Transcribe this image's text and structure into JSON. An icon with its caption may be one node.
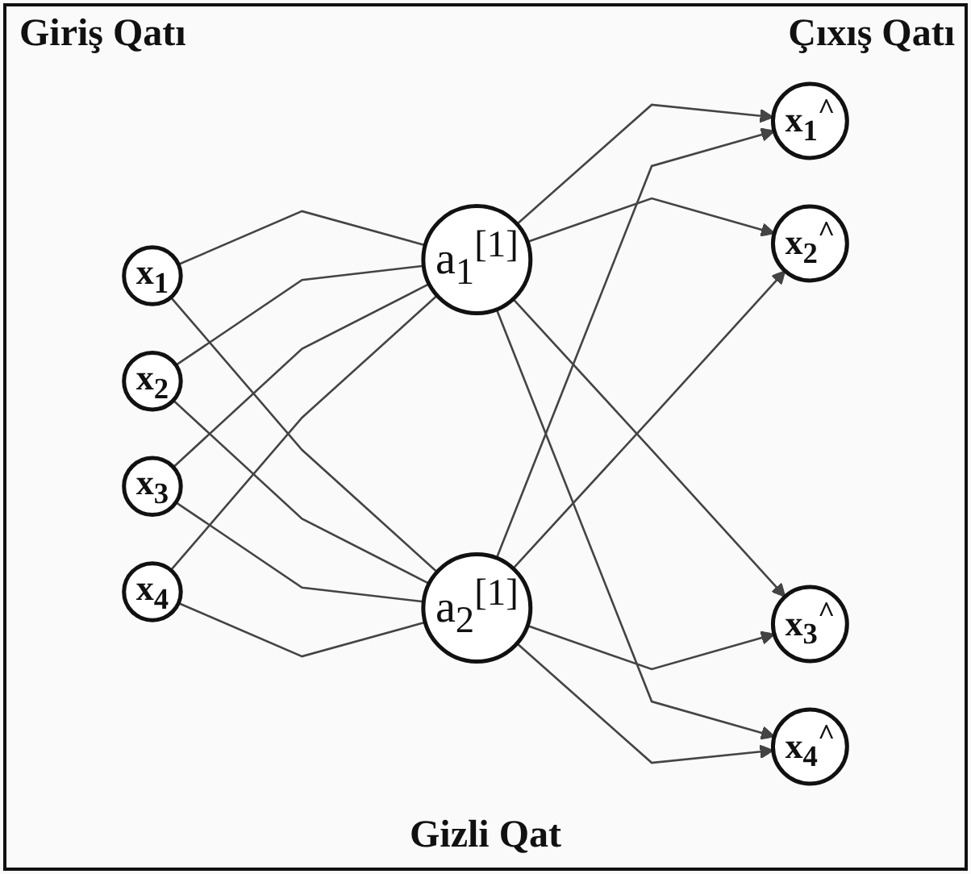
{
  "diagram": {
    "nodes": [
      {
        "text": [
          "x$_{1}$"
        ]
      },
      {
        "text": [
          "x$_{2}$"
        ]
      },
      {
        "text": [
          "x$_{3}$"
        ]
      },
      {
        "text": [
          "x$_{4}$"
        ]
      },
      {
        "text": [
          "a$_{1}$$^{[1]}$"
        ]
      },
      {
        "text": [
          "a$_{2}$$^{[1]}$"
        ]
      },
      {
        "text": [
          "x$_{1}$$^{^}$"
        ]
      },
      {
        "text": [
          "x$_{2}$$^{^}$"
        ]
      },
      {
        "text": [
          "x$_{3}$$^{^}$"
        ]
      },
      {
        "text": [
          "x$_{4}$$^{^}$"
        ]
      }
    ],
    "edges": [
      {
        "from": 0,
        "to": 4,
        "arrow": "none"
      },
      {
        "from": 0,
        "to": 5,
        "arrow": "none"
      },
      {
        "from": 1,
        "to": 4,
        "arrow": "none"
      },
      {
        "from": 1,
        "to": 5,
        "arrow": "none"
      },
      {
        "from": 2,
        "to": 4,
        "arrow": "none"
      },
      {
        "from": 2,
        "to": 5,
        "arrow": "none"
      },
      {
        "from": 3,
        "to": 4,
        "arrow": "none"
      },
      {
        "from": 3,
        "to": 5,
        "arrow": "none"
      },
      {
        "from": 4,
        "to": 6,
        "arrow": "to"
      },
      {
        "from": 4,
        "to": 7,
        "arrow": "to"
      },
      {
        "from": 4,
        "to": 8,
        "arrow": "to"
      },
      {
        "from": 4,
        "to": 9,
        "arrow": "to"
      },
      {
        "from": 5,
        "to": 6,
        "arrow": "to"
      },
      {
        "from": 5,
        "to": 7,
        "arrow": "to"
      },
      {
        "from": 5,
        "to": 8,
        "arrow": "to"
      },
      {
        "from": 5,
        "to": 9,
        "arrow": "to"
      }
    ],
    "labels": [
      "Giriş Qatı",
      "Çıxış Qatı",
      "Gizli Qat"
    ]
  }
}
